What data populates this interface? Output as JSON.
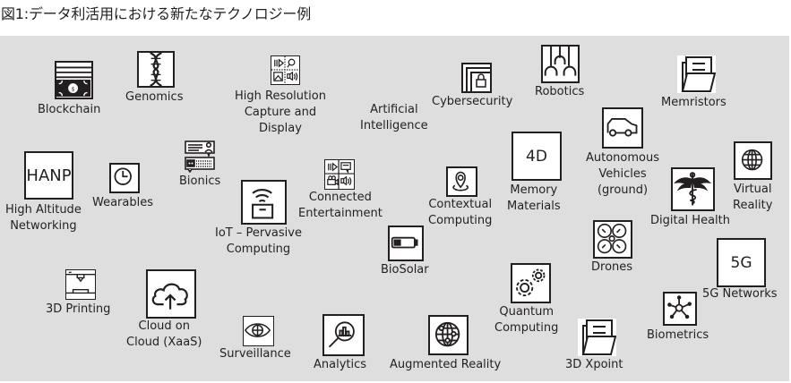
{
  "title": "図1:データ利活用における新たなテクノロジー例",
  "colors": {
    "panel_bg": "#dedede",
    "ink": "#231f20",
    "icon_bg": "#ffffff"
  },
  "technologies": {
    "blockchain": {
      "label": "Blockchain",
      "icon": "banknote-stack-icon"
    },
    "genomics": {
      "label": "Genomics",
      "icon": "dna-helix-icon"
    },
    "high_resolution": {
      "label_lines": [
        "High Resolution",
        "Capture and",
        "Display"
      ],
      "icon": "media-grid-icon"
    },
    "artificial_intelligence": {
      "label_lines": [
        "Artificial",
        "Intelligence"
      ]
    },
    "cybersecurity": {
      "label": "Cybersecurity",
      "icon": "lock-window-icon"
    },
    "robotics": {
      "label": "Robotics",
      "icon": "robot-arms-icon"
    },
    "memristors": {
      "label": "Memristors",
      "icon": "folder-document-icon"
    },
    "hanp": {
      "icon_text": "HANP",
      "label_lines": [
        "High Altitude",
        "Networking"
      ]
    },
    "wearables": {
      "label": "Wearables",
      "icon": "clock-icon"
    },
    "bionics": {
      "label": "Bionics",
      "icon": "chat-robot-icon"
    },
    "iot": {
      "label_lines": [
        "IoT – Pervasive",
        "Computing"
      ],
      "icon": "wifi-box-icon"
    },
    "connected_entertainment": {
      "label_lines": [
        "Connected",
        "Entertainment"
      ],
      "icon": "media-chat-grid-icon"
    },
    "contextual_computing": {
      "label_lines": [
        "Contextual",
        "Computing"
      ],
      "icon": "location-pin-icon"
    },
    "biosolar": {
      "label": "BioSolar",
      "icon": "battery-icon"
    },
    "memory_materials": {
      "icon_text": "4D",
      "label_lines": [
        "Memory",
        "Materials"
      ]
    },
    "autonomous_vehicles": {
      "label_lines": [
        "Autonomous",
        "Vehicles",
        "(ground)"
      ],
      "icon": "car-icon"
    },
    "digital_health": {
      "label": "Digital Health",
      "icon": "caduceus-icon"
    },
    "virtual_reality": {
      "label_lines": [
        "Virtual",
        "Reality"
      ],
      "icon": "globe-icon"
    },
    "drones": {
      "label": "Drones",
      "icon": "quadcopter-icon"
    },
    "five_g": {
      "icon_text": "5G",
      "label": "5G Networks"
    },
    "printing_3d": {
      "label": "3D Printing",
      "icon": "3d-printer-icon"
    },
    "cloud": {
      "label_lines": [
        "Cloud on",
        "Cloud (XaaS)"
      ],
      "icon": "cloud-upload-icon"
    },
    "surveillance": {
      "label": "Surveillance",
      "icon": "eye-icon"
    },
    "analytics": {
      "label": "Analytics",
      "icon": "magnifier-chart-icon"
    },
    "augmented_reality": {
      "label": "Augmented Reality",
      "icon": "network-globe-icon"
    },
    "quantum_computing": {
      "label_lines": [
        "Quantum",
        "Computing"
      ],
      "icon": "gears-icon"
    },
    "xpoint_3d": {
      "label": "3D Xpoint",
      "icon": "folder-document-icon"
    },
    "biometrics": {
      "label": "Biometrics",
      "icon": "hub-nodes-icon"
    }
  }
}
